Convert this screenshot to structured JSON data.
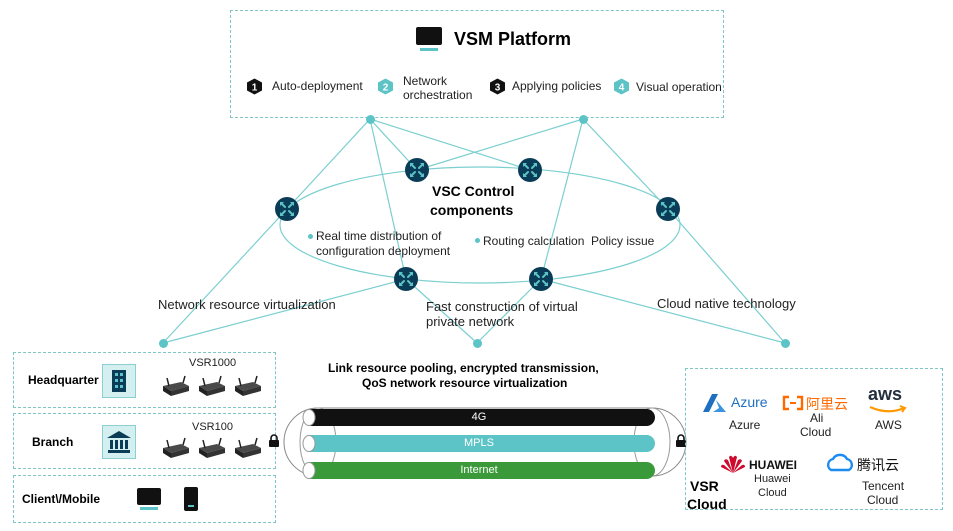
{
  "platform": {
    "title": "VSM Platform",
    "steps": [
      {
        "num": "1",
        "label": "Auto-deployment"
      },
      {
        "num": "2",
        "label_line1": "Network",
        "label_line2": "orchestration"
      },
      {
        "num": "3",
        "label": "Applying policies"
      },
      {
        "num": "4",
        "label": "Visual operation"
      }
    ]
  },
  "controller": {
    "title_line1": "VSC Control",
    "title_line2": "components",
    "bullet1_line1": "Real time distribution of",
    "bullet1_line2": "configuration deployment",
    "bullet2": "Routing calculation",
    "bullet3": "Policy issue"
  },
  "capabilities": {
    "left": "Network resource virtualization",
    "middle_line1": "Fast construction of virtual",
    "middle_line2": "private network",
    "right": "Cloud native technology"
  },
  "sites": [
    {
      "label": "Headquarter",
      "model": "VSR1000"
    },
    {
      "label": "Branch",
      "model": "VSR100"
    },
    {
      "label": "Client\\/Mobile"
    }
  ],
  "link": {
    "title_line1": "Link resource pooling, encrypted transmission,",
    "title_line2": "QoS network resource virtualization",
    "lines": [
      {
        "label": "4G",
        "color": "#111111"
      },
      {
        "label": "MPLS",
        "color": "#5cc3c6"
      },
      {
        "label": "Internet",
        "color": "#3a9a3a"
      }
    ]
  },
  "cloud": {
    "section_line1": "VSR",
    "section_line2": "Cloud",
    "providers": [
      {
        "logo": "Azure",
        "name": "Azure"
      },
      {
        "logo": "阿里云",
        "name_line1": "Ali",
        "name_line2": "Cloud"
      },
      {
        "logo": "aws",
        "name": "AWS"
      },
      {
        "logo": "HUAWEI",
        "name_line1": "Huawei",
        "name_line2": "Cloud"
      },
      {
        "logo": "腾讯云",
        "name_line1": "Tencent",
        "name_line2": "Cloud"
      }
    ],
    "colors": {
      "azure": "#1f6fbf",
      "ali": "#ff6a00",
      "aws_orange": "#ff9900",
      "huawei": "#cf0a2c",
      "tencent": "#1d8cf0"
    }
  },
  "icons": [
    "monitor-icon",
    "building-icon",
    "bank-icon",
    "phone-icon",
    "router-icon",
    "lock-icon",
    "controller-node-icon"
  ]
}
